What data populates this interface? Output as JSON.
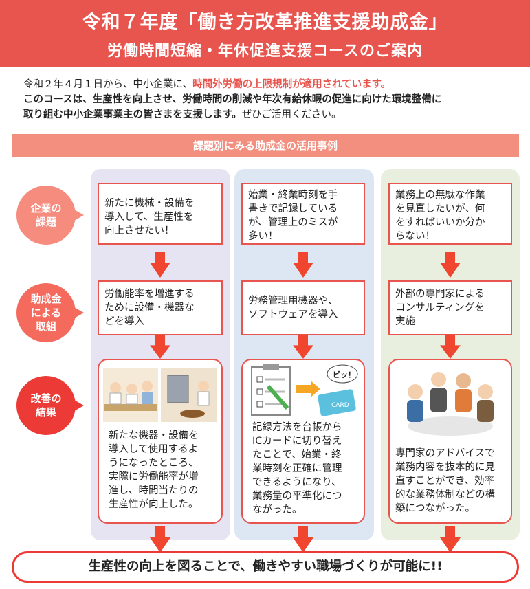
{
  "header": {
    "title": "令和７年度「働き方改革推進支援助成金」",
    "subtitle": "労働時間短縮・年休促進支援コースのご案内"
  },
  "intro": {
    "line1_prefix": "令和２年４月１日から、中小企業に、",
    "line1_highlight": "時間外労働の上限規制が適用されています。",
    "line2": "このコースは、生産性を向上させ、労働時間の削減や年次有給休暇の促進に向けた環境整備に",
    "line3_bold": "取り組む中小企業事業主の皆さまを支援します。",
    "line3_rest": "ぜひご活用ください。"
  },
  "banner": "課題別にみる助成金の活用事例",
  "row_labels": [
    {
      "line1": "企業の",
      "line2": "課題"
    },
    {
      "line1": "助成金",
      "line2": "による",
      "line3": "取組"
    },
    {
      "line1": "改善の",
      "line2": "結果"
    }
  ],
  "columns": [
    {
      "issue": [
        "新たに機械・設備を",
        "導入して、生産性を",
        "向上させたい！"
      ],
      "action": [
        "労働能率を増進する",
        "ために設備・機器な",
        "どを導入"
      ],
      "result": [
        "新たな機器・設備を",
        "導入して使用するよ",
        "うになったところ、",
        "実際に労働能率が増",
        "進し、時間当たりの",
        "生産性が向上した。"
      ]
    },
    {
      "issue": [
        "始業・終業時刻を手",
        "書きで記録している",
        "が、管理上のミスが",
        "多い！"
      ],
      "action": [
        "労務管理用機器や、",
        "ソフトウェアを導入"
      ],
      "result": [
        "記録方法を台帳から",
        "ICカードに切り替え",
        "たことで、始業・終",
        "業時刻を正確に管理",
        "できるようになり、",
        "業務量の平準化につ",
        "ながった。"
      ],
      "illus_text": {
        "speech": "ピッ！",
        "card": "CARD"
      }
    },
    {
      "issue": [
        "業務上の無駄な作業",
        "を見直したいが、何",
        "をすればいいか分か",
        "らない！"
      ],
      "action": [
        "外部の専門家による",
        "コンサルティングを",
        "実施"
      ],
      "result": [
        "専門家のアドバイスで",
        "業務内容を抜本的に見",
        "直すことができ、効率",
        "的な業務体制などの構",
        "築につながった。"
      ]
    }
  ],
  "footer": "生産性の向上を図ることで、働きやすい職場づくりが可能に!!",
  "colors": {
    "accent": "#e8554e",
    "arrow": "#f0452f",
    "banner": "#f28f7f"
  }
}
